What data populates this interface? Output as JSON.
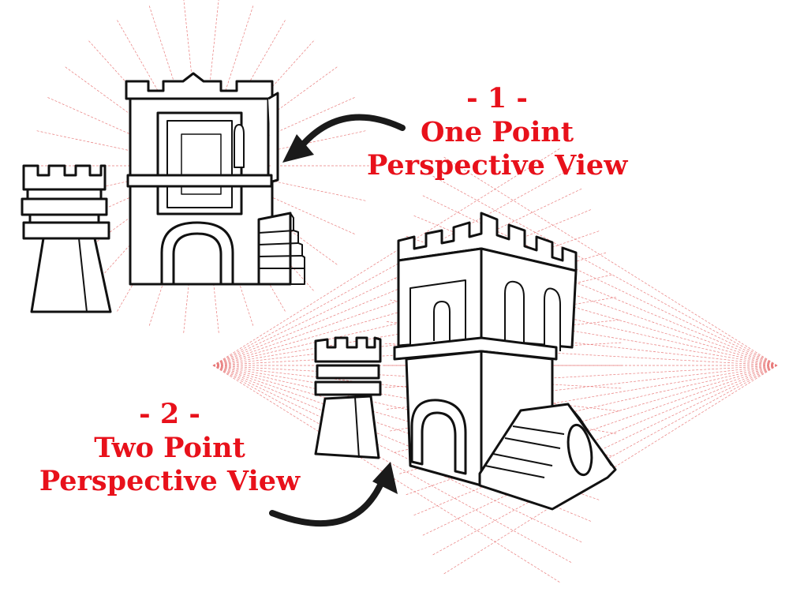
{
  "colors": {
    "label": "#e8111b",
    "ink": "#111111",
    "guide": "#e35b5b",
    "arrow": "#1a1a1a"
  },
  "one_point": {
    "number": "- 1 -",
    "line1": "One Point",
    "line2": "Perspective View"
  },
  "two_point": {
    "number": "- 2 -",
    "line1": "Two Point",
    "line2": "Perspective View"
  }
}
